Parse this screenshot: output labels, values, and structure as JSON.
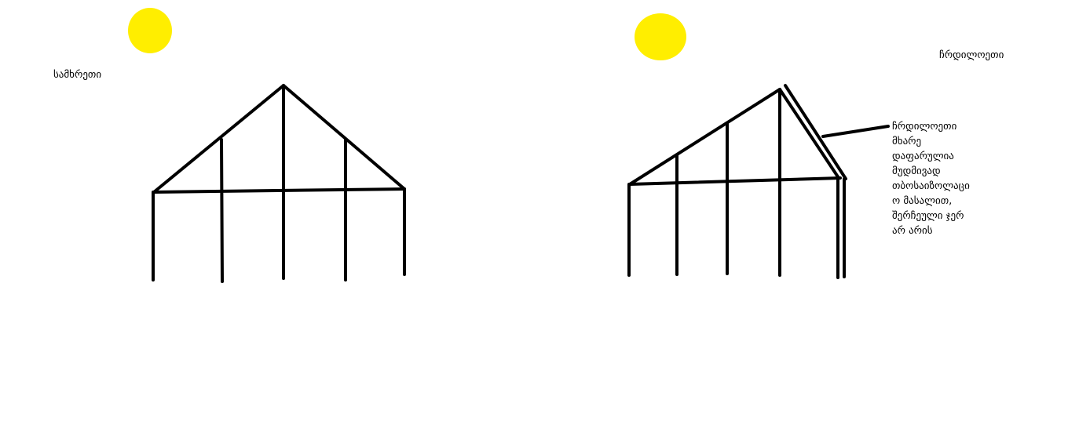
{
  "colors": {
    "sun": "#ffee00",
    "line": "#000000",
    "background": "#ffffff"
  },
  "left_panel": {
    "direction_label": "სამხრეთი"
  },
  "right_panel": {
    "direction_label": "ჩრდილოეთი",
    "annotation_lines": [
      "ჩრდილოეთი",
      "მხარე",
      "დაფარულია",
      "მუდმივად",
      "თბოსაიზოლაცი",
      "ო მასალით,",
      "შერჩეული ჯერ",
      "არ არის"
    ]
  }
}
